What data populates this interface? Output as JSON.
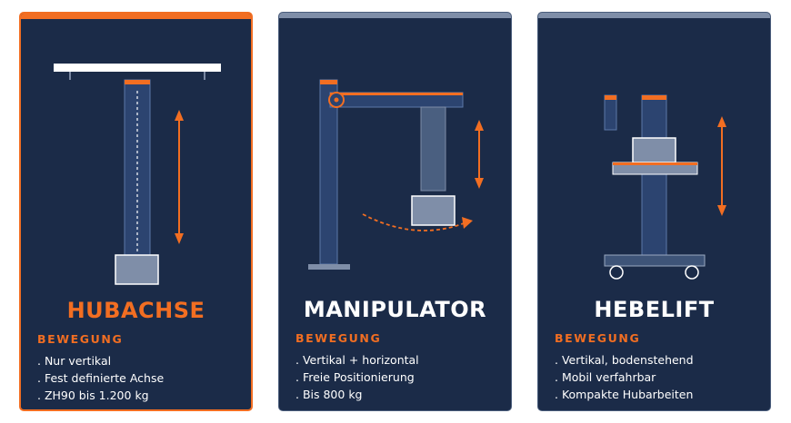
{
  "cards": [
    {
      "title": "HUBACHSE",
      "section_label": "BEWEGUNG",
      "items": [
        ". Nur vertikal",
        ". Fest definierte Achse",
        ". ZH90 bis 1.200 kg"
      ]
    },
    {
      "title": "MANIPULATOR",
      "section_label": "BEWEGUNG",
      "items": [
        ". Vertikal + horizontal",
        ". Freie Positionierung",
        ". Bis 800 kg"
      ]
    },
    {
      "title": "HEBELIFT",
      "section_label": "BEWEGUNG",
      "items": [
        ". Vertikal, bodenstehend",
        ". Mobil verfahrbar",
        ". Kompakte Hubarbeiten"
      ]
    }
  ],
  "colors": {
    "accent": "#f26e22",
    "card_bg": "#1b2b48",
    "column": "#2c4470",
    "load": "#7f8ea8",
    "text": "#ffffff"
  }
}
